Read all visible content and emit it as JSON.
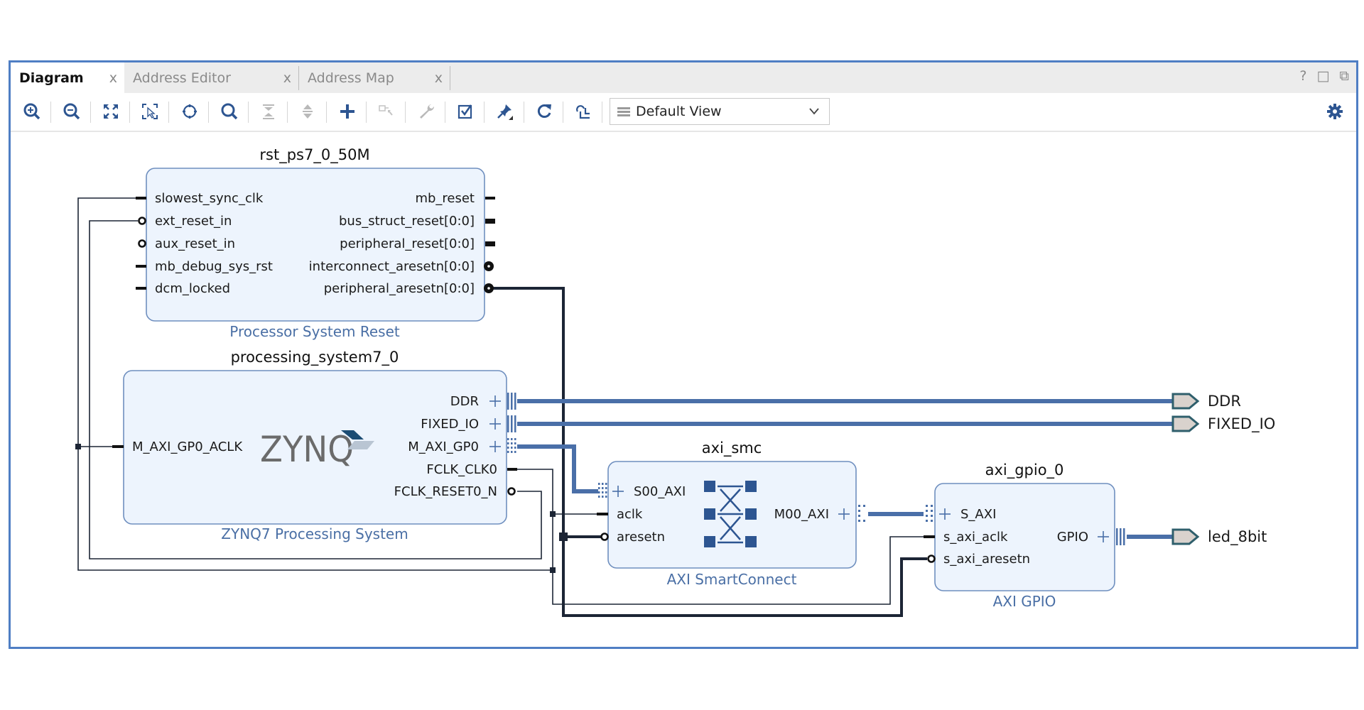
{
  "tabs": [
    {
      "label": "Diagram",
      "active": true,
      "close": "x"
    },
    {
      "label": "Address Editor",
      "active": false,
      "close": "x"
    },
    {
      "label": "Address Map",
      "active": false,
      "close": "x"
    }
  ],
  "window_controls": {
    "help": "?",
    "maximize": "□",
    "float": "⧉"
  },
  "toolbar": {
    "buttons": [
      "zoom-in",
      "zoom-out",
      "zoom-fit",
      "zoom-area",
      "auto-center",
      "search",
      "collapse-all",
      "expand-all",
      "add-ip",
      "make-connection",
      "customize-block",
      "validate-design",
      "pin-blocks",
      "regenerate-layout",
      "optimize-routing"
    ],
    "view_select": {
      "value": "Default View"
    }
  },
  "blocks": {
    "rst": {
      "instance": "rst_ps7_0_50M",
      "type": "Processor System Reset",
      "inputs": [
        "slowest_sync_clk",
        "ext_reset_in",
        "aux_reset_in",
        "mb_debug_sys_rst",
        "dcm_locked"
      ],
      "outputs": [
        "mb_reset",
        "bus_struct_reset[0:0]",
        "peripheral_reset[0:0]",
        "interconnect_aresetn[0:0]",
        "peripheral_aresetn[0:0]"
      ]
    },
    "ps": {
      "instance": "processing_system7_0",
      "type": "ZYNQ7 Processing System",
      "logo": "ZYNQ",
      "inputs": [
        "M_AXI_GP0_ACLK"
      ],
      "outputs": [
        "DDR",
        "FIXED_IO",
        "M_AXI_GP0",
        "FCLK_CLK0",
        "FCLK_RESET0_N"
      ]
    },
    "smc": {
      "instance": "axi_smc",
      "type": "AXI SmartConnect",
      "inputs": [
        "S00_AXI",
        "aclk",
        "aresetn"
      ],
      "outputs": [
        "M00_AXI"
      ]
    },
    "gpio": {
      "instance": "axi_gpio_0",
      "type": "AXI GPIO",
      "inputs": [
        "S_AXI",
        "s_axi_aclk",
        "s_axi_aresetn"
      ],
      "outputs": [
        "GPIO"
      ]
    }
  },
  "external_ports": [
    "DDR",
    "FIXED_IO",
    "led_8bit"
  ],
  "colors": {
    "frame": "#4f7ec4",
    "block_fill": "#edf4fd",
    "block_stroke": "#6f8fbf",
    "block_type_text": "#4a6fa5",
    "bus": "#4a6fa8",
    "wire": "#1c2535",
    "port_fill": "#d9d2cd",
    "port_stroke": "#2f5f6c"
  }
}
